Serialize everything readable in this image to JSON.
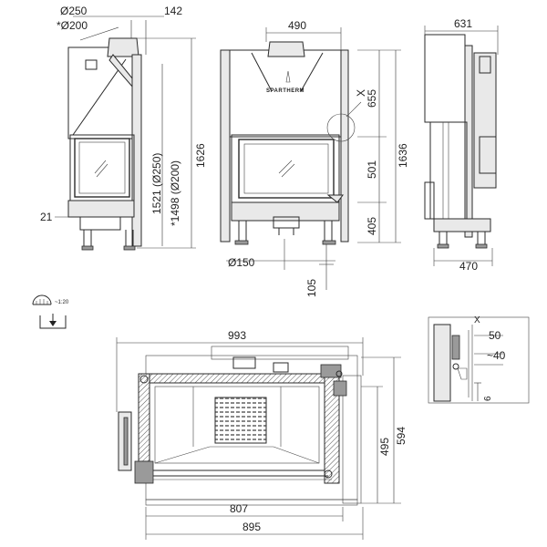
{
  "brand": "SPARTHERM",
  "dimensions": {
    "flue_d250": "Ø250",
    "flue_d200": "*Ø200",
    "offset_142": "142",
    "width_490": "490",
    "depth_631": "631",
    "height_655": "655",
    "height_1626": "1626",
    "height_1636": "1636",
    "height_1521": "1521 (Ø250)",
    "height_1498": "*1498 (Ø200)",
    "height_501": "501",
    "height_405": "405",
    "side_21": "21",
    "air_d150": "Ø150",
    "air_105": "105",
    "depth_470": "470",
    "plan_993": "993",
    "plan_594": "594",
    "plan_495": "495",
    "plan_807": "807",
    "plan_895": "895",
    "detail_x_front": "X",
    "detail_x": "X",
    "detail_50": "50",
    "detail_40": "~40",
    "detail_6": "6"
  },
  "scale": "~1:20",
  "icons": {
    "scale": "scale-icon",
    "section": "section-arrow-icon"
  }
}
